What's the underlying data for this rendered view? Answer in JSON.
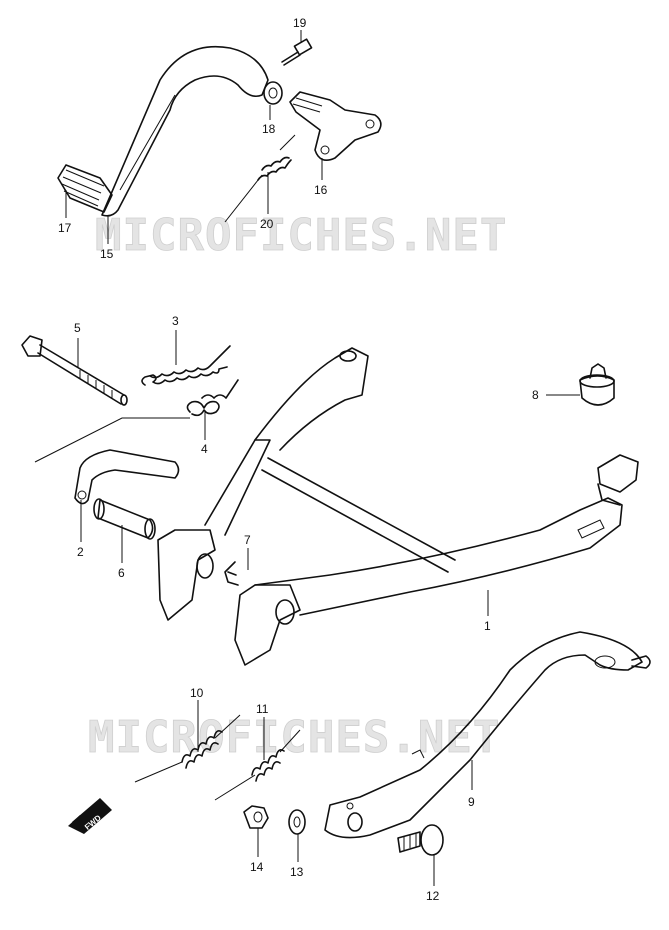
{
  "watermarks": [
    "MICROFICHES.NET",
    "MICROFICHES.NET"
  ],
  "direction_badge": "FWD",
  "callouts": [
    {
      "id": "c19",
      "text": "19"
    },
    {
      "id": "c18",
      "text": "18"
    },
    {
      "id": "c16",
      "text": "16"
    },
    {
      "id": "c20",
      "text": "20"
    },
    {
      "id": "c17",
      "text": "17"
    },
    {
      "id": "c15",
      "text": "15"
    },
    {
      "id": "c5",
      "text": "5"
    },
    {
      "id": "c3",
      "text": "3"
    },
    {
      "id": "c4",
      "text": "4"
    },
    {
      "id": "c8",
      "text": "8"
    },
    {
      "id": "c2",
      "text": "2"
    },
    {
      "id": "c6",
      "text": "6"
    },
    {
      "id": "c7",
      "text": "7"
    },
    {
      "id": "c1",
      "text": "1"
    },
    {
      "id": "c10",
      "text": "10"
    },
    {
      "id": "c11",
      "text": "11"
    },
    {
      "id": "c9",
      "text": "9"
    },
    {
      "id": "c14",
      "text": "14"
    },
    {
      "id": "c13",
      "text": "13"
    },
    {
      "id": "c12",
      "text": "12"
    }
  ]
}
